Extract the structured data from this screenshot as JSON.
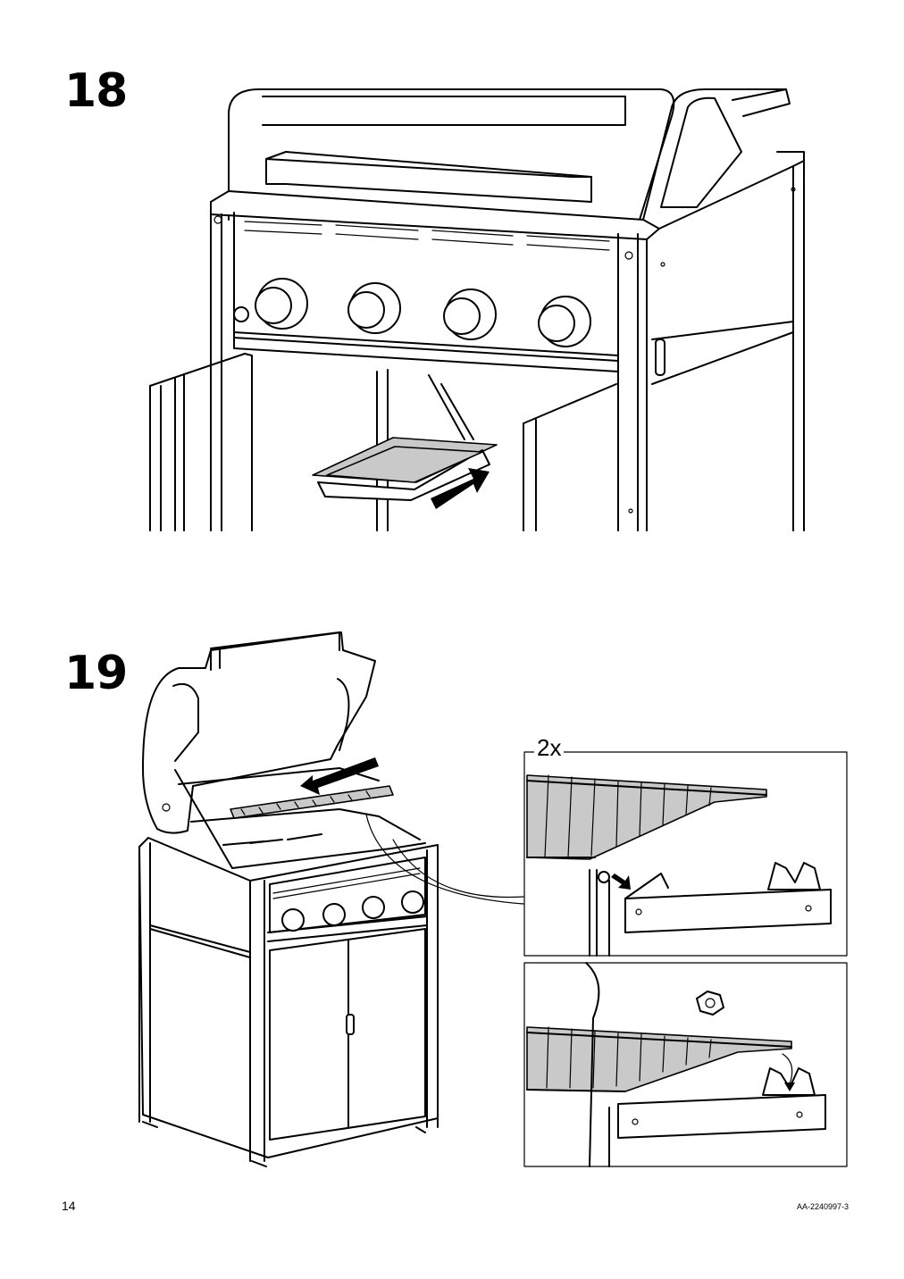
{
  "steps": [
    {
      "number": "18"
    },
    {
      "number": "19",
      "detail_quantity": "2x"
    }
  ],
  "footer": {
    "page_number": "14",
    "document_id": "AA-2240997-3"
  }
}
